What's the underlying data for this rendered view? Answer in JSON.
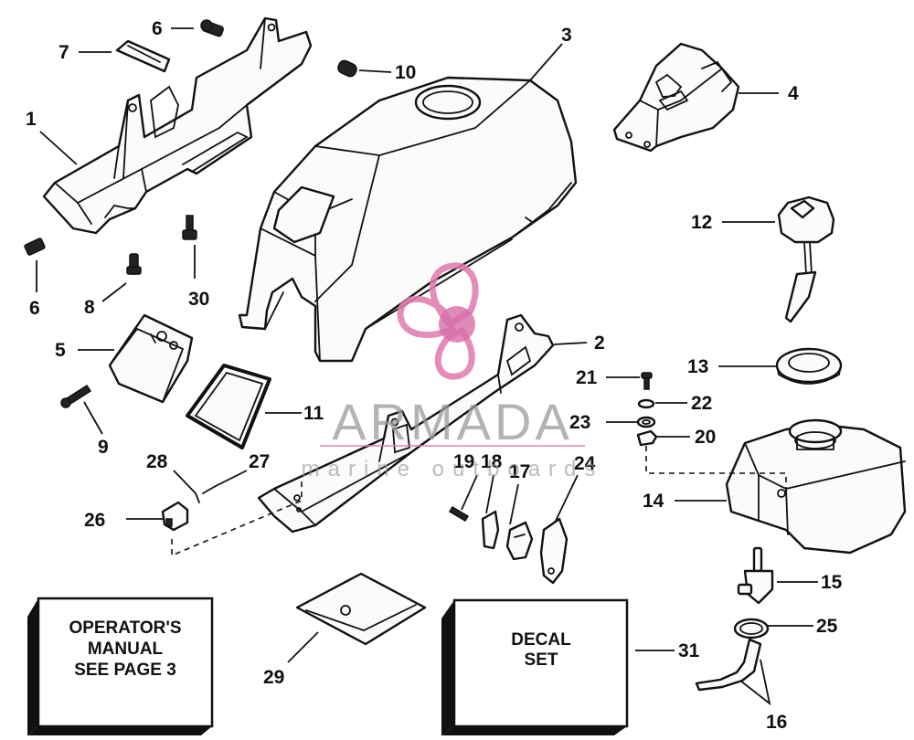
{
  "callouts": {
    "c1": "1",
    "c2": "2",
    "c3": "3",
    "c4": "4",
    "c5": "5",
    "c6a": "6",
    "c6b": "6",
    "c7": "7",
    "c8": "8",
    "c9": "9",
    "c10": "10",
    "c11": "11",
    "c12": "12",
    "c13": "13",
    "c14": "14",
    "c15": "15",
    "c16": "16",
    "c17": "17",
    "c18": "18",
    "c19": "19",
    "c20": "20",
    "c21": "21",
    "c22": "22",
    "c23": "23",
    "c24": "24",
    "c25": "25",
    "c26": "26",
    "c27": "27",
    "c28": "28",
    "c29": "29",
    "c30": "30",
    "c31": "31"
  },
  "boxes": {
    "manual_line1": "OPERATOR'S",
    "manual_line2": "MANUAL",
    "manual_line3": "SEE PAGE 3",
    "decal_line1": "DECAL",
    "decal_line2": "SET"
  },
  "watermark": {
    "brand": "ARMADA",
    "tagline": "marine outboards",
    "colors": {
      "logo": "#e07ab0",
      "logo_center": "#d0559a",
      "text": "#9a9a9a"
    }
  }
}
